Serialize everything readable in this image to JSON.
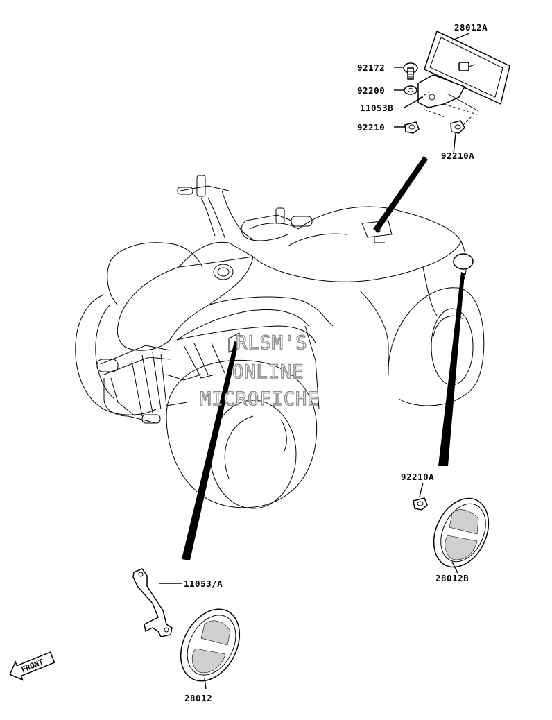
{
  "diagram": {
    "part_labels": {
      "p28012A": "28012A",
      "p92172": "92172",
      "p92200": "92200",
      "p11053B": "11053B",
      "p92210": "92210",
      "p92210A_top": "92210A",
      "p92210A_right": "92210A",
      "p28012B": "28012B",
      "p11053A": "11053/A",
      "p28012": "28012"
    },
    "watermark": {
      "line1": "RLSM'S",
      "line2": "ONLINE",
      "line3": "MICROFICHE"
    },
    "front_marker": "FRONT"
  },
  "colors": {
    "line": "#000000",
    "background": "#ffffff",
    "watermark_stroke": "#8c8c8c"
  }
}
